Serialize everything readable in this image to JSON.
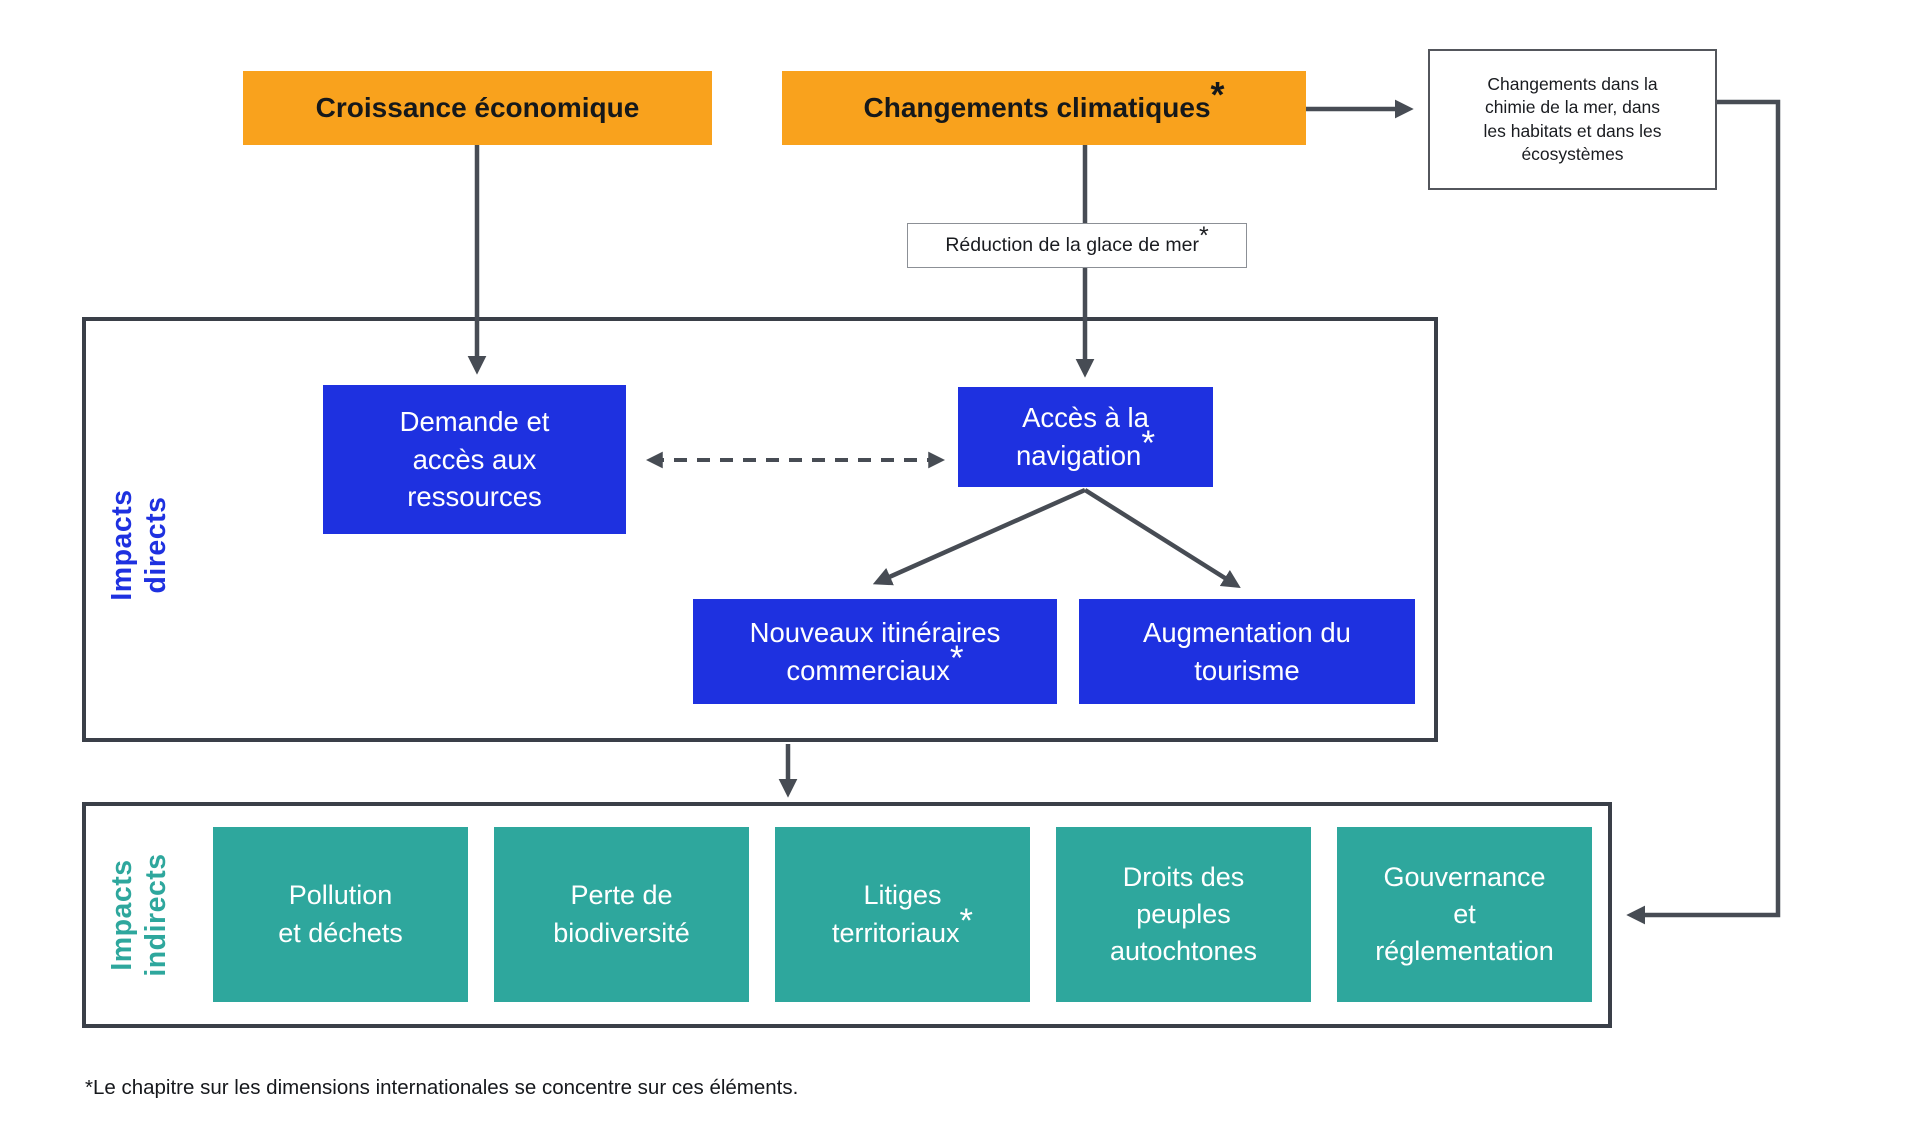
{
  "palette": {
    "orange": "#F9A21D",
    "blue": "#1E31E0",
    "teal": "#2EA79D",
    "line": "#474C54",
    "border": "#3A3F48"
  },
  "top": {
    "economic_growth": {
      "lines": [
        "Croissance économique"
      ]
    },
    "climate_change": {
      "lines": [
        "Changements climatiques*"
      ]
    },
    "sea_chemistry": {
      "lines": [
        "Changements dans la",
        "chimie de la mer, dans",
        "les habitats et dans les",
        "écosystèmes"
      ]
    },
    "sea_ice_reduction": {
      "lines": [
        "Réduction de la glace de mer*"
      ]
    }
  },
  "direct_impacts": {
    "label_lines": [
      "Impacts",
      "directs"
    ],
    "boxes": [
      {
        "id": "resource-demand",
        "lines": [
          "Demande et",
          "accès aux",
          "ressources"
        ]
      },
      {
        "id": "navigation-access",
        "lines": [
          "Accès à la",
          "navigation*"
        ]
      },
      {
        "id": "new-trade-routes",
        "lines": [
          "Nouveaux itinéraires",
          "commerciaux*"
        ]
      },
      {
        "id": "tourism-increase",
        "lines": [
          "Augmentation du",
          "tourisme"
        ]
      }
    ]
  },
  "indirect_impacts": {
    "label_lines": [
      "Impacts",
      "indirects"
    ],
    "boxes": [
      {
        "id": "pollution-waste",
        "lines": [
          "Pollution",
          "et déchets"
        ]
      },
      {
        "id": "biodiversity-loss",
        "lines": [
          "Perte de",
          "biodiversité"
        ]
      },
      {
        "id": "territorial-disputes",
        "lines": [
          "Litiges",
          "territoriaux*"
        ]
      },
      {
        "id": "indigenous-rights",
        "lines": [
          "Droits des",
          "peuples",
          "autochtones"
        ]
      },
      {
        "id": "governance-regulation",
        "lines": [
          "Gouvernance",
          "et",
          "réglementation"
        ]
      }
    ]
  },
  "footnote": "*Le chapitre sur les dimensions internationales se concentre sur ces éléments."
}
